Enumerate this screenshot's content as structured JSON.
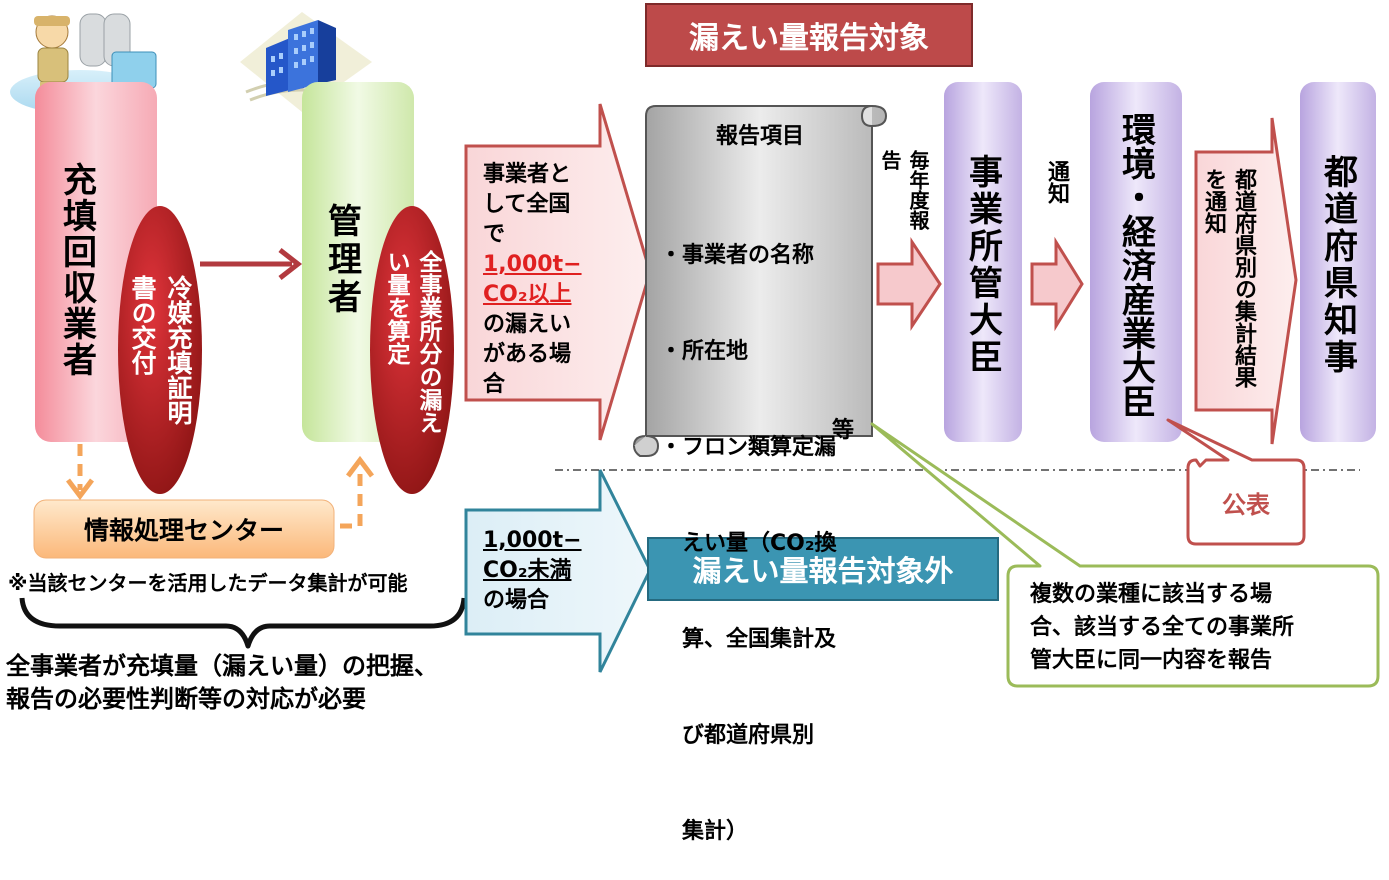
{
  "banner_top": "漏えい量報告対象",
  "banner_bottom": "漏えい量報告対象外",
  "filling_company": "充填回収業者",
  "certificate": "冷媒充填証明書の交付",
  "manager": "管理者",
  "calc": "全事業所分の漏えい量を算定",
  "info_center": "情報処理センター",
  "info_note": "※当該センターを活用したデータ集計が可能",
  "bottom_note": [
    "全事業者が充填量（漏えい量）の把握、",
    "報告の必要性判断等の対応が必要"
  ],
  "condition_over": {
    "before": [
      "事業者と",
      "して全国",
      "で"
    ],
    "highlight_1": "1,000t−",
    "highlight_2": "CO₂以上",
    "after": [
      "の漏えい",
      "がある場",
      "合"
    ]
  },
  "condition_under": [
    "1,000t−",
    "CO₂未満",
    "の場合"
  ],
  "report": {
    "title": "報告項目",
    "items": [
      "・事業者の名称",
      "・所在地",
      "・フロン類算定漏",
      "　えい量（CO₂換",
      "　算、全国集計及",
      "　び都道府県別",
      "　集計）"
    ],
    "etc": "等"
  },
  "annual_report": "毎年度報告",
  "minister_business": "事業所管大臣",
  "notify": "通知",
  "minister_meti": "環境・経済産業大臣",
  "notify_results": "都道府県別の集計結果を通知",
  "governor": "都道府県知事",
  "publish": "公表",
  "multi_note": [
    "複数の業種に該当する場",
    "合、該当する全ての事業所",
    "管大臣に同一内容を報告"
  ]
}
